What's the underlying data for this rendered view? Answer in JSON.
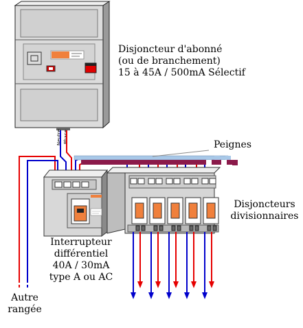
{
  "labels": {
    "main_breaker": [
      "Disjoncteur d'abonné",
      "(ou de branchement)",
      "15 à 45A / 500mA Sélectif"
    ],
    "combs": "Peignes",
    "branch_breakers": [
      "Disjoncteurs",
      "divisionnaires"
    ],
    "rcd": [
      "Interrupteur",
      "différentiel",
      "40A / 30mA",
      "type A ou AC"
    ],
    "other_row": [
      "Autre",
      "rangée"
    ],
    "neutral": "Neutre",
    "phase": "Phase"
  },
  "colors": {
    "phase": "#e60000",
    "neutral": "#0000cc",
    "comb_neutral": "#a8c8e8",
    "comb_phase": "#8b1a4a",
    "switch_orange": "#f0803c",
    "panel": "#dcdcdc"
  }
}
